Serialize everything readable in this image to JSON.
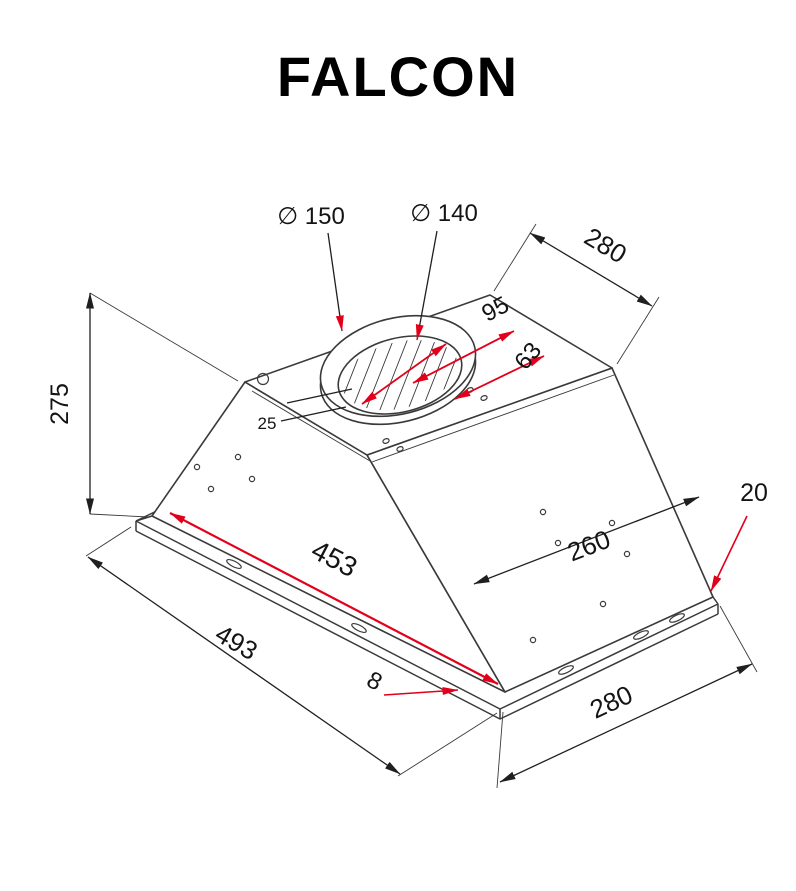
{
  "title": "FALCON",
  "colors": {
    "line": "#3a3a3a",
    "accent_red": "#e2001a",
    "text": "#141414",
    "background": "#ffffff"
  },
  "dimensions": {
    "height_275": "275",
    "dia_outer": "∅ 150",
    "dia_inner": "∅ 140",
    "top_depth_280": "280",
    "offset_95": "95",
    "offset_63": "63",
    "offset_25": "25",
    "inner_length_453": "453",
    "body_depth_260": "260",
    "flange_width_20": "20",
    "outer_length_493": "493",
    "flange_thickness_8": "8",
    "base_depth_280": "280"
  }
}
